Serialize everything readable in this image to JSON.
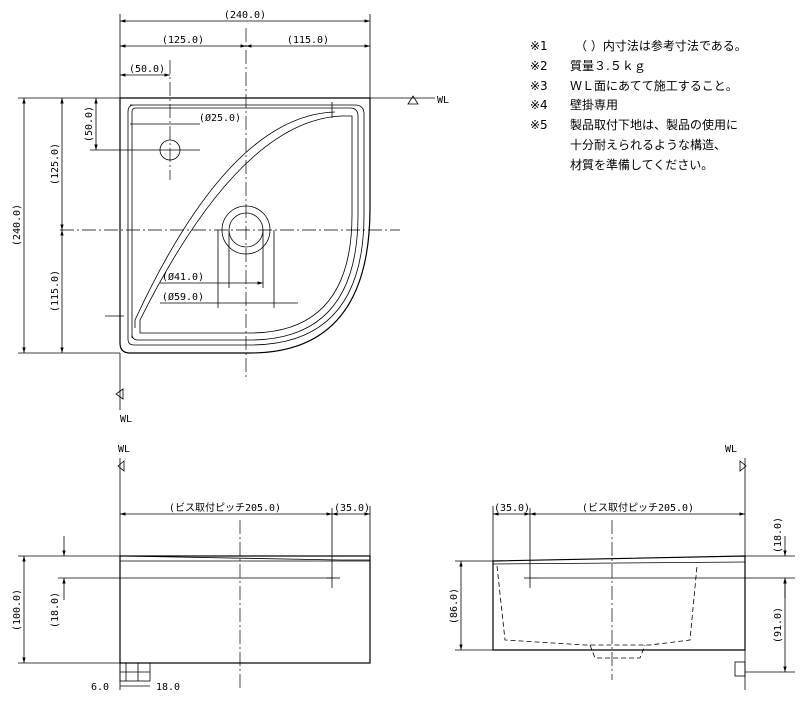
{
  "notes": [
    {
      "mark": "※1",
      "text": "（ ）内寸法は参考寸法である。"
    },
    {
      "mark": "※2",
      "text": "質量３.５ｋｇ"
    },
    {
      "mark": "※3",
      "text": "ＷＬ面にあてて施工すること。"
    },
    {
      "mark": "※4",
      "text": "壁掛専用"
    },
    {
      "mark": "※5",
      "text": "製品取付下地は、製品の使用に"
    },
    {
      "mark": "",
      "text": "十分耐えられるような構造、"
    },
    {
      "mark": "",
      "text": "材質を準備してください。"
    }
  ],
  "wl_label": "WL",
  "plan": {
    "total_width": "(240.0)",
    "left_width": "(125.0)",
    "right_width": "(115.0)",
    "tap_offset_x": "(50.0)",
    "tap_offset_y": "(50.0)",
    "tap_hole": "(Ø25.0)",
    "total_depth": "(240.0)",
    "top_depth": "(125.0)",
    "bottom_depth": "(115.0)",
    "drain_inner": "(Ø41.0)",
    "drain_outer": "(Ø59.0)"
  },
  "front": {
    "screw_pitch": "(ビス取付ピッチ205.0)",
    "edge": "(35.0)",
    "height": "(100.0)",
    "screw_height": "(18.0)",
    "dim_a": "6.0",
    "dim_b": "18.0"
  },
  "side": {
    "edge": "(35.0)",
    "screw_pitch": "(ビス取付ピッチ205.0)",
    "bowl_depth": "(86.0)",
    "top": "(18.0)",
    "lower": "(91.0)"
  }
}
